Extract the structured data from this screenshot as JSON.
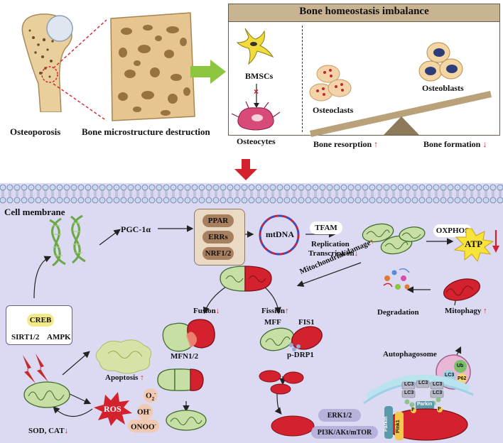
{
  "top": {
    "osteoporosis": "Osteoporosis",
    "microstructure": "Bone microstructure destruction",
    "panel_title": "Bone homeostasis imbalance",
    "bmscs": "BMSCs",
    "osteocytes": "Osteocytes",
    "osteoclasts": "Osteoclasts",
    "osteoblasts": "Osteoblasts",
    "bone_resorption": "Bone resorption",
    "bone_formation": "Bone formation",
    "up_arrow": "↑",
    "down_arrow": "↓"
  },
  "cell": {
    "membrane": "Cell membrane",
    "pgc": "PGC-1α",
    "ppar": "PPAR",
    "errs": "ERRs",
    "nrf": "NRF1/2",
    "mtdna": "mtDNA",
    "tfam": "TFAM",
    "replication": "Replication",
    "transcription": "Transcription",
    "oxphos": "OXPHOS",
    "atp": "ATP",
    "mito_damage": "Mitochondrial damage",
    "fusion": "Fusion",
    "fission": "Fission",
    "mff": "MFF",
    "fis1": "FIS1",
    "pdrp1": "p-DRP1",
    "mfn": "MFN1/2",
    "creb": "CREB",
    "sirt": "SIRT1/2",
    "ampk": "AMPK",
    "apoptosis": "Apoptosis",
    "ros": "ROS",
    "o2": "O",
    "o2_sub": "2",
    "o2_sup": "-",
    "oh": "OH",
    "oh_sup": "-",
    "onoo": "ONOO",
    "onoo_sup": "-",
    "sod": "SOD, CAT",
    "degradation": "Degradation",
    "mitophagy": "Mitophagy",
    "autophagosome": "Autophagosome",
    "lc3": "LC3",
    "p62": "P62",
    "ub": "Ub",
    "parkin": "Parkin",
    "pink1": "Pink1",
    "p": "P",
    "erk": "ERK1/2",
    "pi3k": "PI3K/AKt/mTOR"
  },
  "colors": {
    "panel_header": "#c8b493",
    "pathway_box": "#ead9c3",
    "pill": "#a87f5f",
    "purple_pill": "#b7b2dc",
    "mito_green": "#c7dfa4",
    "mito_red": "#d3222d",
    "arrow_up_red": "#d3222d",
    "big_arrow_green": "#8cc63f"
  }
}
